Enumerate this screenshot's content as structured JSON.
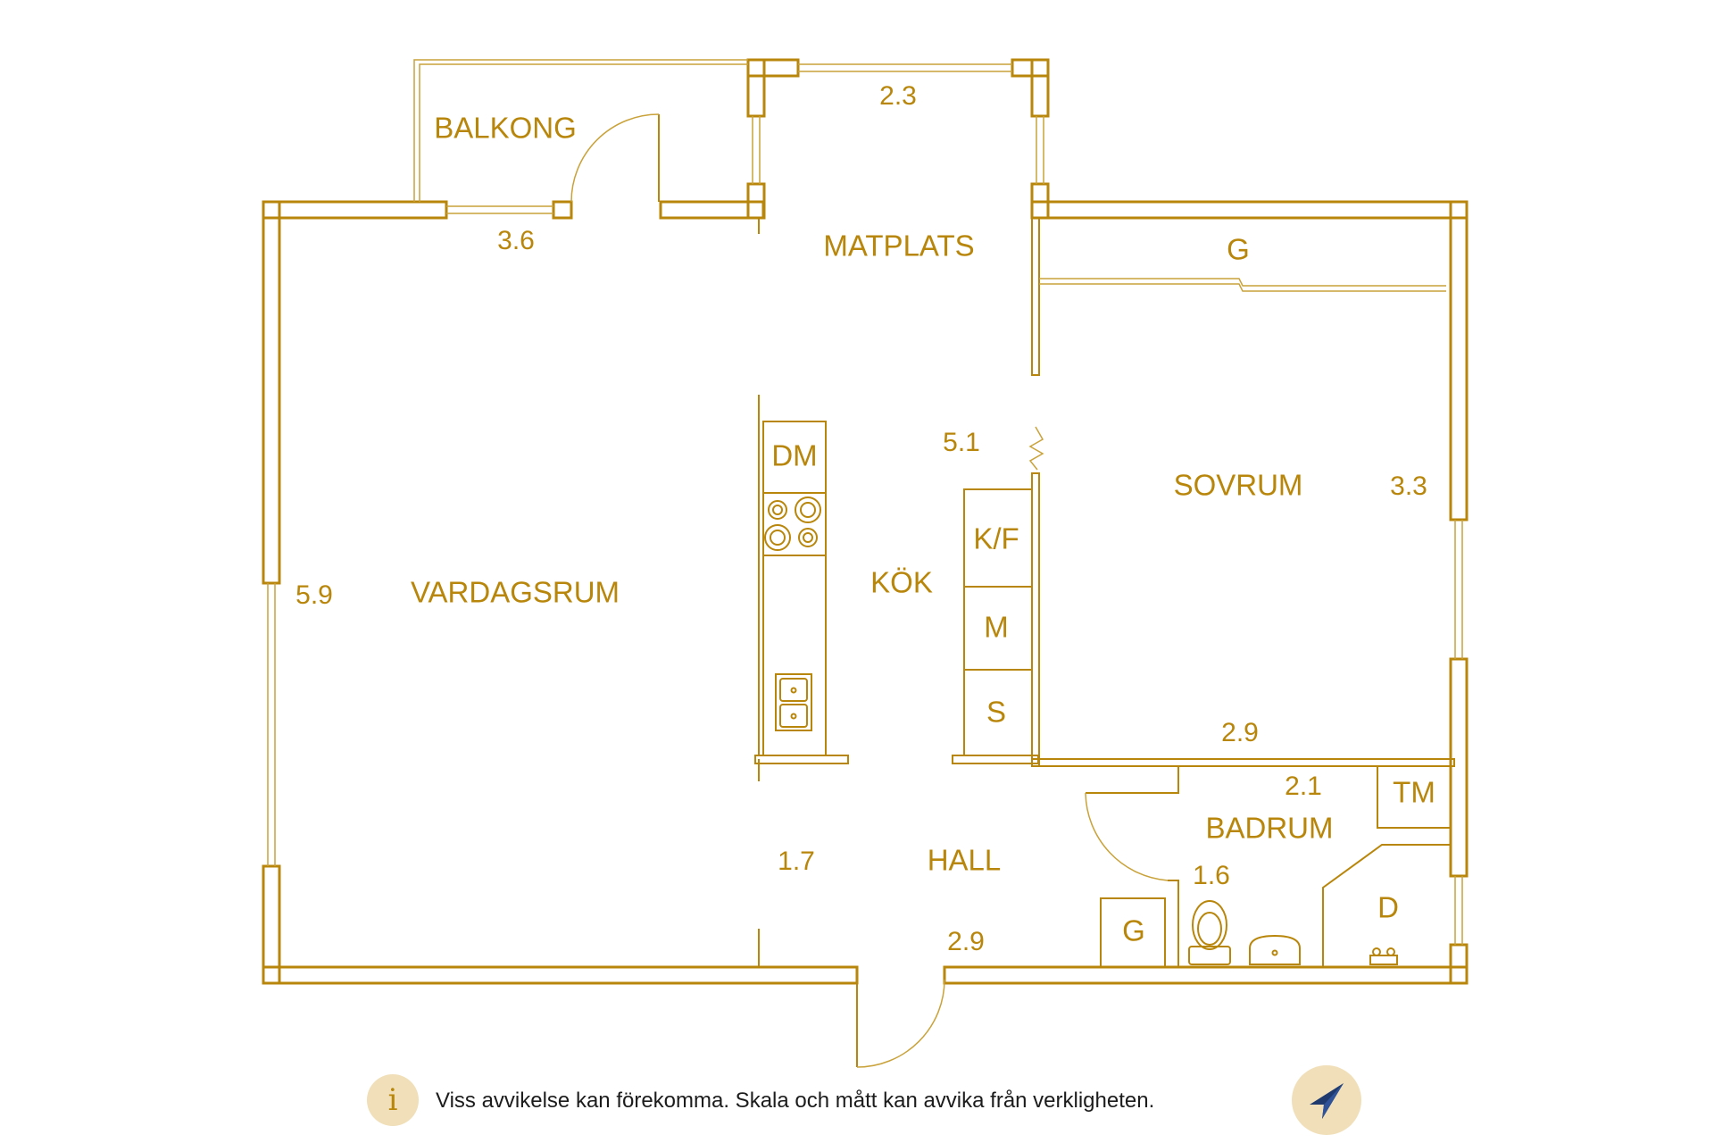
{
  "rooms": {
    "balkong": "BALKONG",
    "matplats": "MATPLATS",
    "garderob_sovrum": "G",
    "dm": "DM",
    "sovrum": "SOVRUM",
    "vardagsrum": "VARDAGSRUM",
    "kok": "KÖK",
    "kf": "K/F",
    "m": "M",
    "s": "S",
    "tm": "TM",
    "badrum": "BADRUM",
    "hall": "HALL",
    "d": "D",
    "garderob_hall": "G"
  },
  "dimensions": {
    "matplats_width": "2.3",
    "balkong_width": "3.6",
    "kok_length": "5.1",
    "sovrum_depth": "3.3",
    "vardagsrum_length": "5.9",
    "sovrum_width": "2.9",
    "badrum_width": "2.1",
    "hall_left": "1.7",
    "badrum_depth": "1.6",
    "hall_width": "2.9"
  },
  "footer": {
    "info_icon": "i",
    "disclaimer": "Viss avvikelse kan förekomma. Skala och mått kan avvika från verkligheten."
  },
  "icons": {
    "info": "info-icon",
    "compass": "compass-arrow-icon"
  },
  "colors": {
    "wall": "#b8860b",
    "badge": "#f0dfb8",
    "compass_arrow": "#1f3a6e"
  }
}
